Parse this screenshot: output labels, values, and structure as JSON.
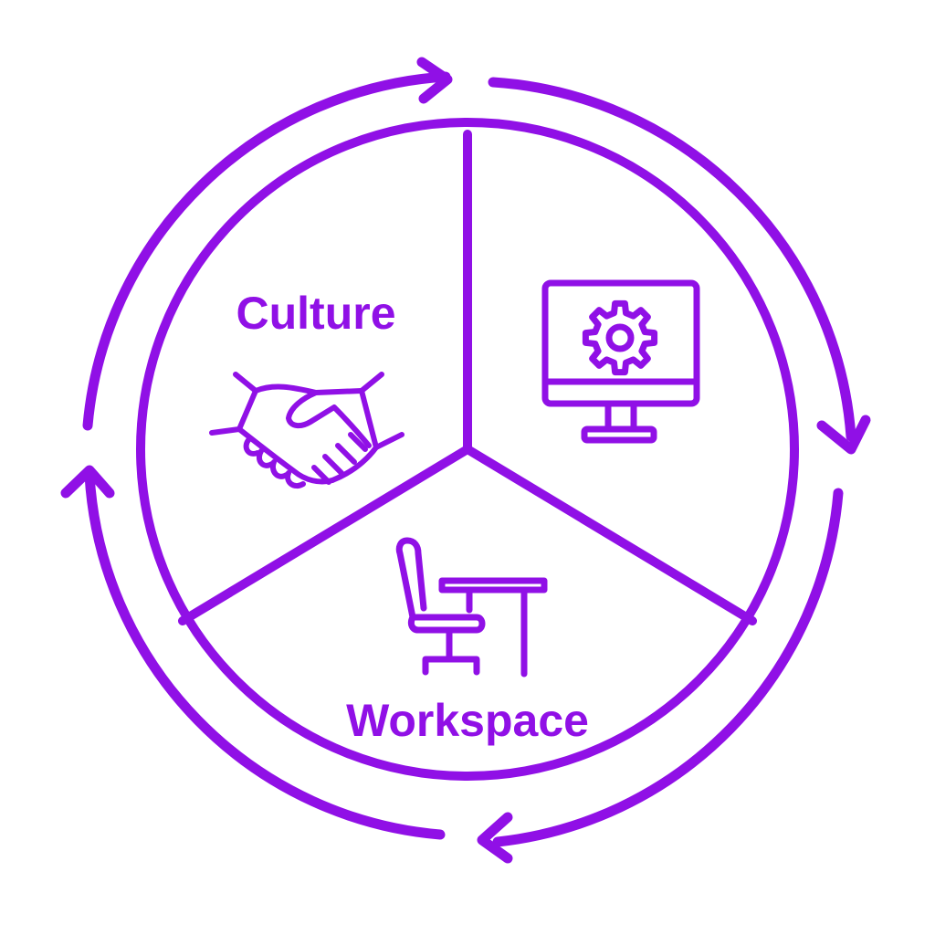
{
  "diagram": {
    "segments": [
      {
        "label": "Culture",
        "icon": "handshake-icon"
      },
      {
        "label": "",
        "icon": "monitor-gear-icon"
      },
      {
        "label": "Workspace",
        "icon": "desk-chair-icon"
      }
    ],
    "cycle_direction": "clockwise"
  },
  "colors": {
    "accent": "#9010E6",
    "background": "#FFFFFF"
  }
}
